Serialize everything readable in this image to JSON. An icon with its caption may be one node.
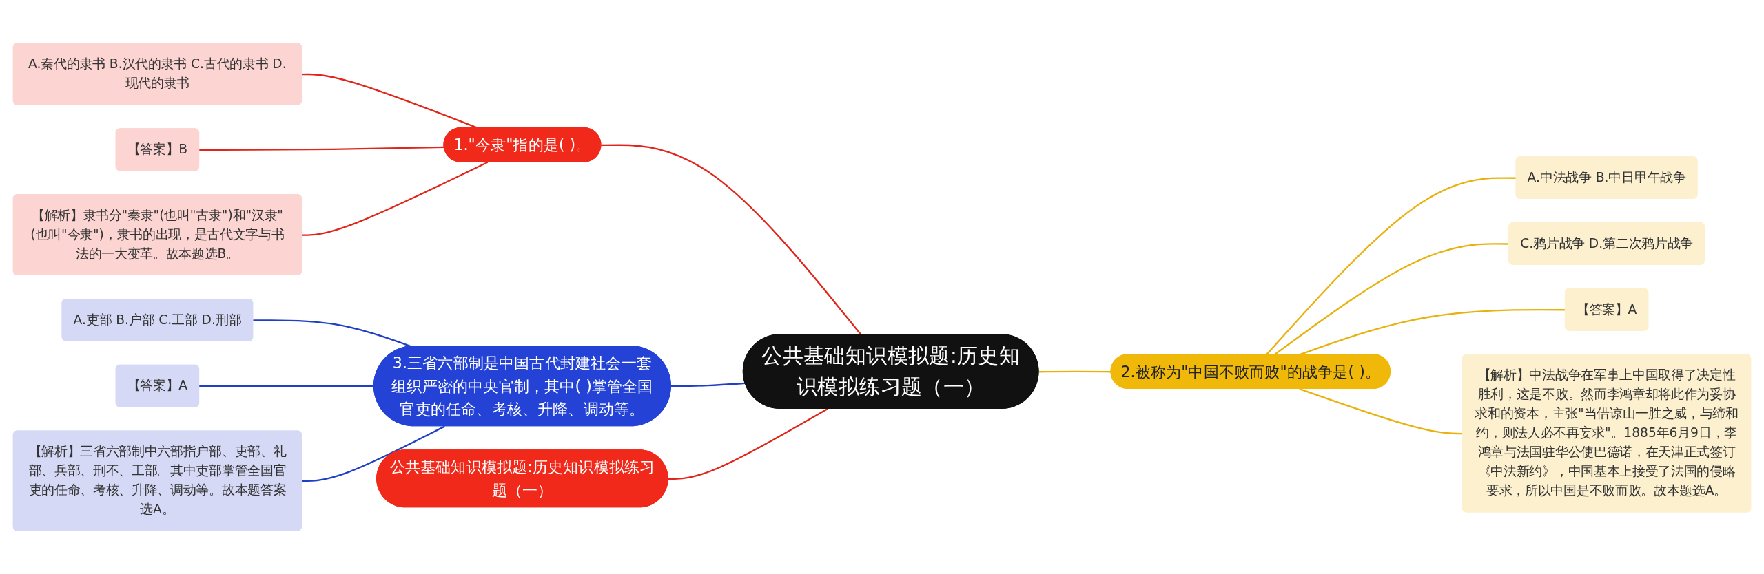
{
  "diagram": {
    "nodes": [
      {
        "text": [
          "公共基础知识模拟题:历史知识模拟练习题（一）"
        ]
      },
      {
        "text": [
          "1.\"今隶\"指的是( )。"
        ]
      },
      {
        "text": [
          "A.秦代的隶书 B.汉代的隶书 C.古代的隶书 D.现代的隶书"
        ]
      },
      {
        "text": [
          "【答案】B"
        ]
      },
      {
        "text": [
          "【解析】隶书分\"秦隶\"(也叫\"古隶\")和\"汉隶\"(也叫\"今隶\")，隶书的出现，是古代文字与书法的一大变革。故本题选B。"
        ]
      },
      {
        "text": [
          "3.三省六部制是中国古代封建社会一套组织严密的中央官制，其中( )掌管全国官吏的任命、考核、升降、调动等。"
        ]
      },
      {
        "text": [
          "A.吏部 B.户部 C.工部 D.刑部"
        ]
      },
      {
        "text": [
          "【答案】A"
        ]
      },
      {
        "text": [
          "【解析】三省六部制中六部指户部、吏部、礼部、兵部、刑不、工部。其中吏部掌管全国官吏的任命、考核、升降、调动等。故本题答案选A。"
        ]
      },
      {
        "text": [
          "公共基础知识模拟题:历史知识模拟练习题（一）"
        ]
      },
      {
        "text": [
          "2.被称为\"中国不败而败\"的战争是( )。"
        ]
      },
      {
        "text": [
          "A.中法战争 B.中日甲午战争"
        ]
      },
      {
        "text": [
          "C.鸦片战争 D.第二次鸦片战争"
        ]
      },
      {
        "text": [
          "【答案】A"
        ]
      },
      {
        "text": [
          "【解析】中法战争在军事上中国取得了决定性胜利，这是不败。然而李鸿章却将此作为妥协求和的资本，主张\"当借谅山一胜之威，与缔和约，则法人必不再妄求\"。1885年6月9日，李鸿章与法国驻华公使巴德诺，在天津正式签订《中法新约》，中国基本上接受了法国的侵略要求，所以中国是不败而败。故本题选A。"
        ]
      }
    ],
    "edges": [
      {
        "from": 0,
        "to": 1,
        "arrow": "none",
        "color": "#e0261a"
      },
      {
        "from": 1,
        "to": 2,
        "arrow": "none",
        "color": "#e0261a"
      },
      {
        "from": 1,
        "to": 3,
        "arrow": "none",
        "color": "#e0261a"
      },
      {
        "from": 1,
        "to": 4,
        "arrow": "none",
        "color": "#e0261a"
      },
      {
        "from": 0,
        "to": 5,
        "arrow": "none",
        "color": "#1f3fc4"
      },
      {
        "from": 5,
        "to": 6,
        "arrow": "none",
        "color": "#1f3fc4"
      },
      {
        "from": 5,
        "to": 7,
        "arrow": "none",
        "color": "#1f3fc4"
      },
      {
        "from": 5,
        "to": 8,
        "arrow": "none",
        "color": "#1f3fc4"
      },
      {
        "from": 0,
        "to": 9,
        "arrow": "none",
        "color": "#e0261a"
      },
      {
        "from": 0,
        "to": 10,
        "arrow": "none",
        "color": "#e8b10c"
      },
      {
        "from": 10,
        "to": 11,
        "arrow": "none",
        "color": "#e8b10c"
      },
      {
        "from": 10,
        "to": 12,
        "arrow": "none",
        "color": "#e8b10c"
      },
      {
        "from": 10,
        "to": 13,
        "arrow": "none",
        "color": "#e8b10c"
      },
      {
        "from": 10,
        "to": 14,
        "arrow": "none",
        "color": "#e8b10c"
      }
    ]
  }
}
